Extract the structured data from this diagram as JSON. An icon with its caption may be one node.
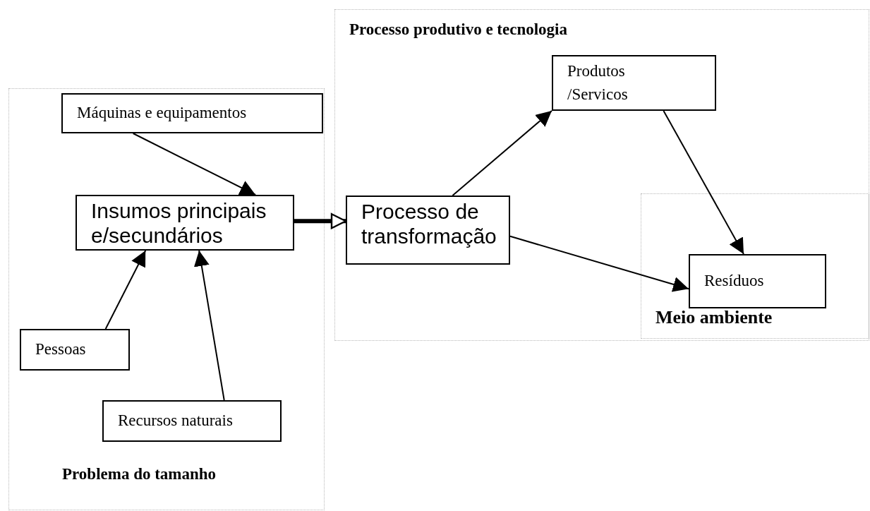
{
  "diagram": {
    "nodes": [
      {
        "text": [
          "Problema do tamanho"
        ]
      },
      {
        "text": [
          "Processo produtivo e tecnologia"
        ]
      },
      {
        "text": [
          "Meio ambiente"
        ],
        "in": 1
      },
      {
        "text": [
          "Máquinas e equipamentos"
        ],
        "in": 0
      },
      {
        "text": [
          "Insumos principais e/secundários"
        ],
        "in": 0
      },
      {
        "text": [
          "Pessoas"
        ],
        "in": 0
      },
      {
        "text": [
          "Recursos naturais"
        ],
        "in": 0
      },
      {
        "text": [
          "Processo de transformação"
        ],
        "in": 1
      },
      {
        "text": [
          "Produtos /Servicos"
        ],
        "in": 1
      },
      {
        "text": [
          "Resíduos"
        ],
        "in": 2
      }
    ],
    "edges": [
      {
        "from": 3,
        "to": 4,
        "arrow": "to"
      },
      {
        "from": 5,
        "to": 4,
        "arrow": "to"
      },
      {
        "from": 6,
        "to": 4,
        "arrow": "to"
      },
      {
        "from": 4,
        "to": 7,
        "arrow": "to",
        "style": "thick"
      },
      {
        "from": 7,
        "to": 8,
        "arrow": "to"
      },
      {
        "from": 8,
        "to": 9,
        "arrow": "to"
      },
      {
        "from": 7,
        "to": 9,
        "arrow": "to"
      }
    ]
  }
}
